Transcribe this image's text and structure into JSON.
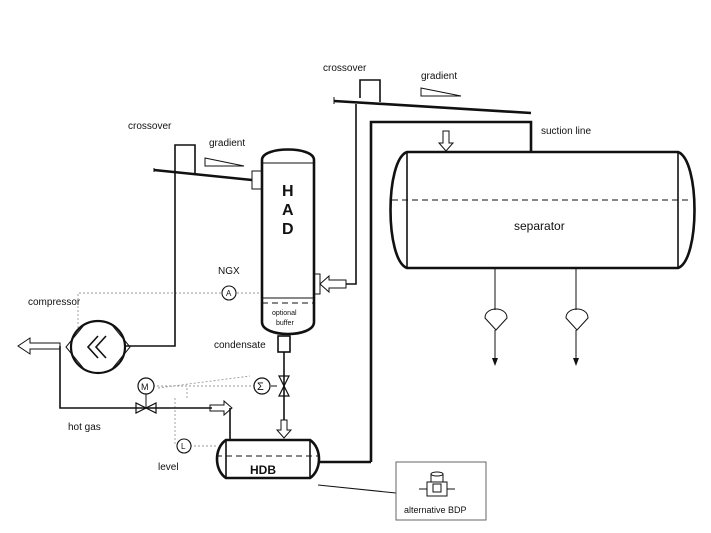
{
  "labels": {
    "crossover_left": "crossover",
    "gradient_left": "gradient",
    "crossover_right": "crossover",
    "gradient_right": "gradient",
    "suction_line": "suction line",
    "had": "H A D",
    "had_h": "H",
    "had_a": "A",
    "had_d": "D",
    "separator": "separator",
    "ngx": "NGX",
    "compressor": "compressor",
    "optional_buffer_1": "optional",
    "optional_buffer_2": "buffer",
    "condensate": "condensate",
    "hot_gas": "hot gas",
    "level": "level",
    "hdb": "HDB",
    "alternative_bdp": "alternative BDP"
  },
  "instrument_glyphs": {
    "analyzer": "A",
    "level_sensor": "L",
    "motor": "M",
    "summation": "Σ"
  },
  "colors": {
    "line": "#111111",
    "signal": "#999999",
    "background": "#ffffff"
  }
}
